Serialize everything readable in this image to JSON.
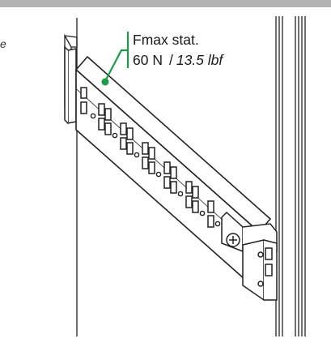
{
  "callout": {
    "force_label": "Fmax stat.",
    "value_metric": "60 N",
    "separator": "/",
    "value_imperial": "13.5 lbf"
  },
  "edge_text": "e",
  "colors": {
    "accent": "#1e9b4a",
    "top_bar": "#b3b3b3",
    "line": "#222222",
    "fill": "#ffffff"
  }
}
